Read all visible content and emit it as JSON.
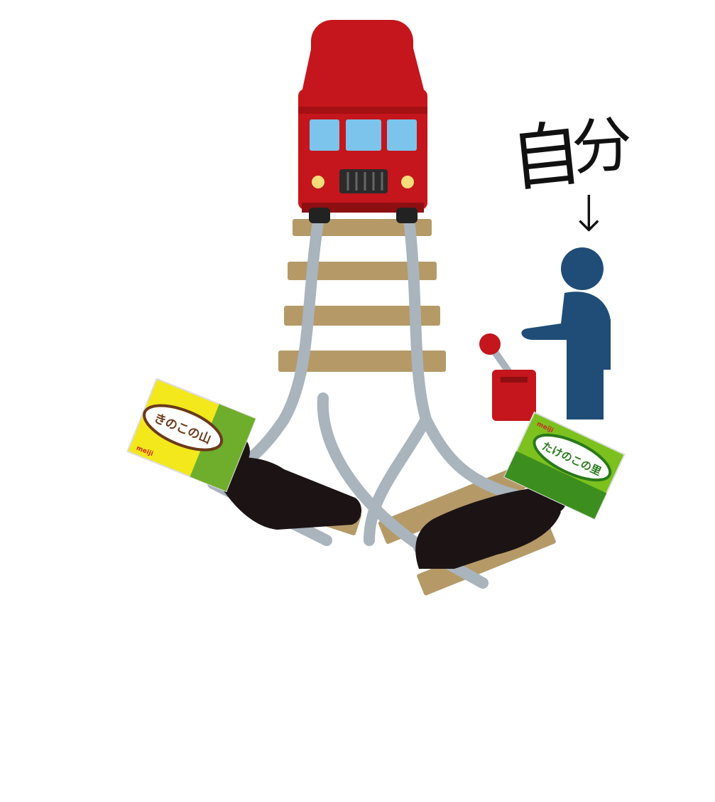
{
  "annotation": {
    "char1": "自",
    "char2": "分",
    "arrow": "↓"
  },
  "left_box": {
    "title": "きのこの山",
    "brand": "meiji",
    "color": "#f2e81c"
  },
  "right_box": {
    "title": "たけのこの里",
    "brand": "meiji",
    "color": "#7cc11e"
  },
  "colors": {
    "train": "#c4161c",
    "window": "#7cc4ec",
    "rail": "#a9b4bd",
    "tie": "#b59a68",
    "person": "#1f4d77",
    "victim": "#1c1414"
  }
}
